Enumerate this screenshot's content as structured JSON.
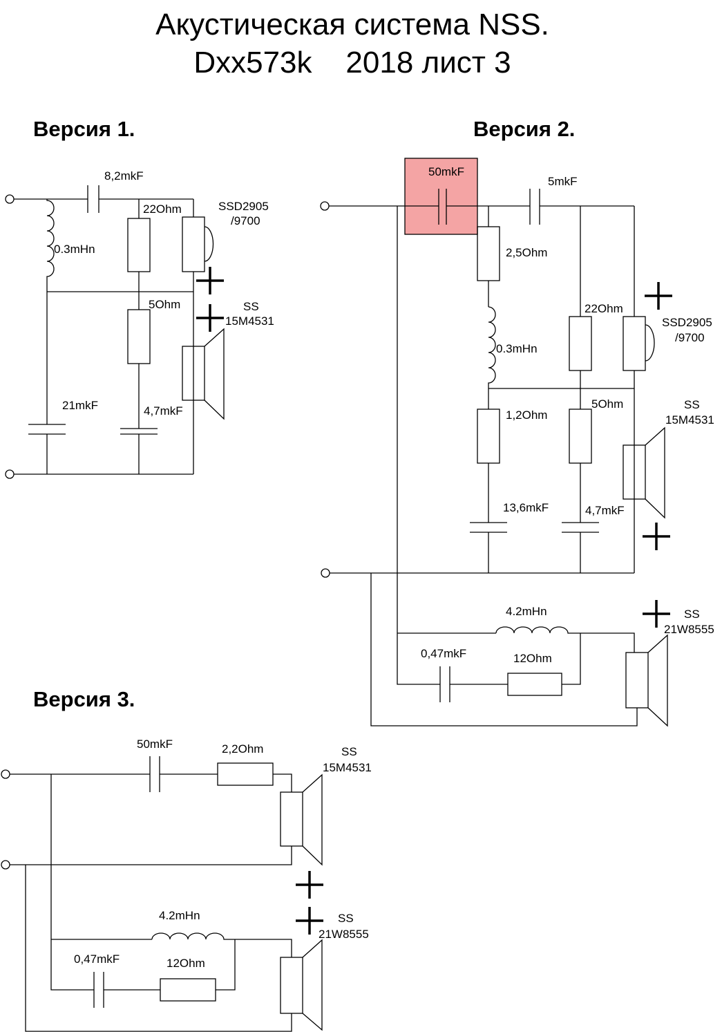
{
  "title": {
    "line1": "Акустическая система NSS.",
    "line2": "Dxx573k    2018 лист 3"
  },
  "v1": {
    "heading": "Версия 1.",
    "c_series": "8,2mkF",
    "r_top": "22Ohm",
    "tweeter_l1": "SSD2905",
    "tweeter_l2": "/9700",
    "inductor": "0.3mHn",
    "r_mid": "5Ohm",
    "mid_l1": "SS",
    "mid_l2": "15M4531",
    "c_shunt": "21mkF",
    "c_zobel": "4,7mkF"
  },
  "v2": {
    "heading": "Версия 2.",
    "c_highlight": "50mkF",
    "highlight_color": "#f4a4a4",
    "c_series": "5mkF",
    "r_series": "2,5Ohm",
    "inductor": "0.3mHn",
    "r_top": "22Ohm",
    "tweeter_l1": "SSD2905",
    "tweeter_l2": "/9700",
    "r_shunt": "1,2Ohm",
    "r_zobel": "5Ohm",
    "mid_l1": "SS",
    "mid_l2": "15M4531",
    "c_shunt": "13,6mkF",
    "c_zobel": "4,7mkF",
    "woofer_inductor": "4.2mHn",
    "woofer_c": "0,47mkF",
    "woofer_r": "12Ohm",
    "woofer_l1": "SS",
    "woofer_l2": "21W8555"
  },
  "v3": {
    "heading": "Версия 3.",
    "c_series": "50mkF",
    "r_series": "2,2Ohm",
    "mid_l1": "SS",
    "mid_l2": "15M4531",
    "woofer_inductor": "4.2mHn",
    "woofer_c": "0,47mkF",
    "woofer_r": "12Ohm",
    "woofer_l1": "SS",
    "woofer_l2": "21W8555"
  }
}
